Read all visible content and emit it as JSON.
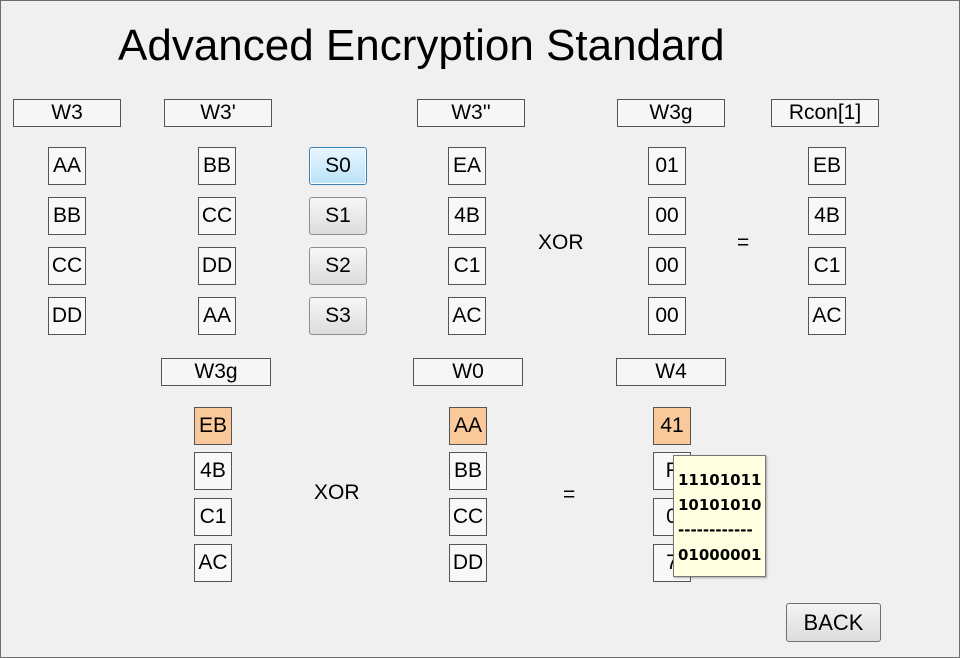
{
  "title": "Advanced Encryption Standard",
  "top_row": {
    "w3": {
      "label": "W3",
      "values": [
        "AA",
        "BB",
        "CC",
        "DD"
      ]
    },
    "w3_rot": {
      "label": "W3'",
      "values": [
        "BB",
        "CC",
        "DD",
        "AA"
      ]
    },
    "sbox_buttons": [
      "S0",
      "S1",
      "S2",
      "S3"
    ],
    "w3_sub": {
      "label": "W3''",
      "values": [
        "EA",
        "4B",
        "C1",
        "AC"
      ]
    },
    "xor_label": "XOR",
    "w3g": {
      "label": "W3g",
      "values": [
        "01",
        "00",
        "00",
        "00"
      ]
    },
    "equals_label": "=",
    "rcon": {
      "label": "Rcon[1]",
      "values": [
        "EB",
        "4B",
        "C1",
        "AC"
      ]
    }
  },
  "bottom_row": {
    "w3g": {
      "label": "W3g",
      "values": [
        "EB",
        "4B",
        "C1",
        "AC"
      ]
    },
    "xor_label": "XOR",
    "w0": {
      "label": "W0",
      "values": [
        "AA",
        "BB",
        "CC",
        "DD"
      ]
    },
    "equals_label": "=",
    "w4": {
      "label": "W4",
      "values": [
        "41",
        "F",
        "0",
        "7"
      ]
    }
  },
  "tooltip": {
    "lines": [
      "11101011",
      "10101010",
      "------------",
      "01000001"
    ]
  },
  "back_button": "BACK",
  "colors": {
    "highlight": "#f9c89b",
    "active_button": "#b9e2f9",
    "tooltip_bg": "#ffffe1"
  }
}
